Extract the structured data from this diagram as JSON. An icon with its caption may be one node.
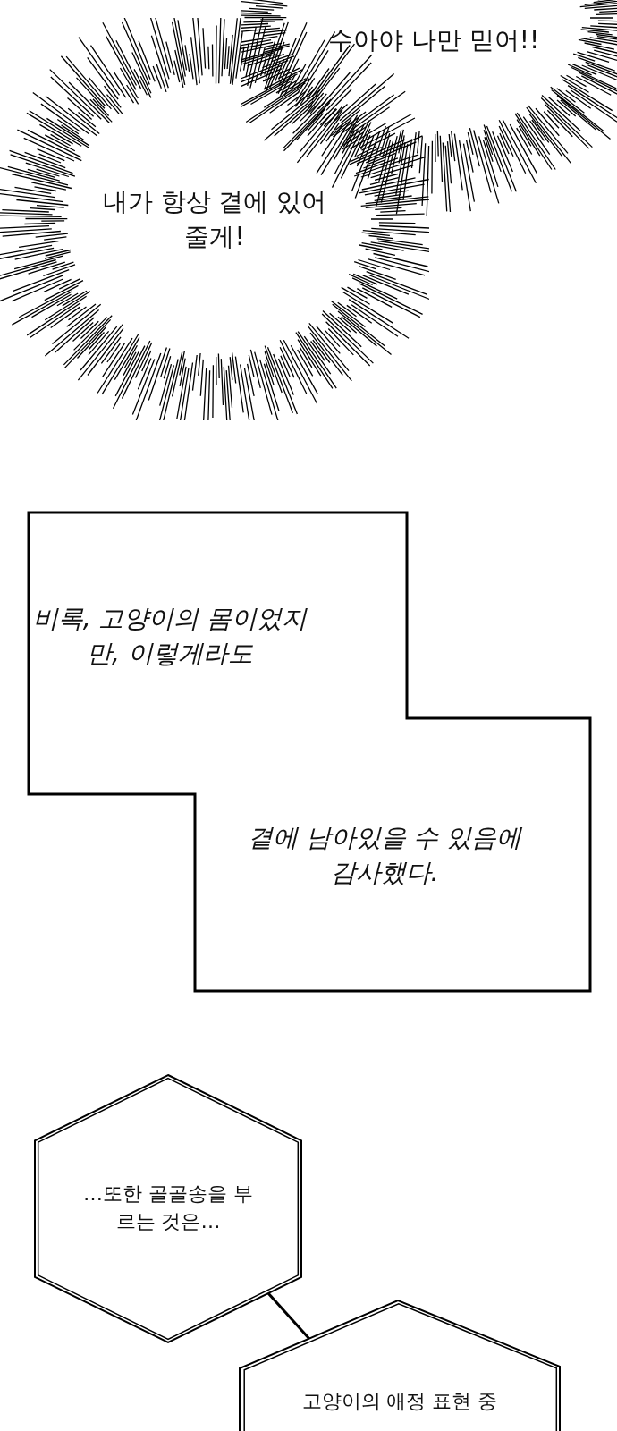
{
  "diagram": {
    "nodes": [
      {
        "text": [
          "수아야 나만 믿어!!"
        ]
      },
      {
        "text": [
          "내가 항상 곁에 있어줄게!"
        ]
      },
      {
        "text": [
          "비록, 고양이의 몸이었지만, 이렇게라도",
          "곁에 남아있을 수 있음에 감사했다."
        ]
      },
      {
        "text": [
          "…또한 골골송을 부르는 것은…"
        ]
      },
      {
        "text": [
          "고양이의 애정 표현 중"
        ]
      }
    ],
    "edges": [
      {
        "from": 3,
        "to": 4,
        "arrow": "none"
      }
    ]
  }
}
